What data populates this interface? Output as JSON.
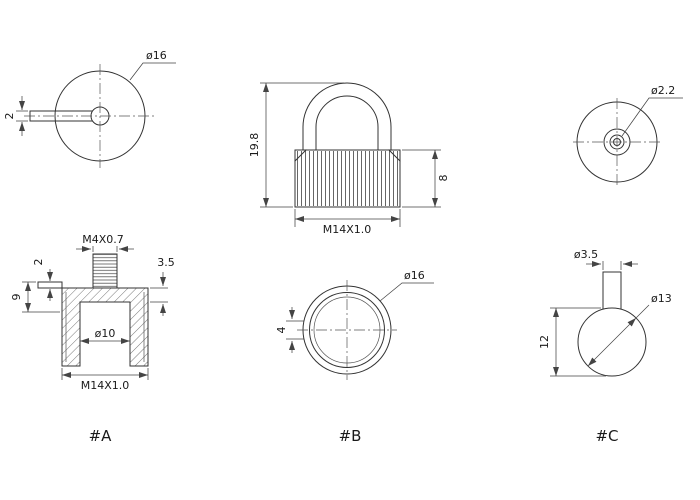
{
  "drawing": {
    "background": "#ffffff",
    "line_color": "#333333",
    "part_labels": {
      "a": "#A",
      "b": "#B",
      "c": "#C"
    },
    "view_a_top": {
      "dia_label": "ø16",
      "pin_thickness": "2"
    },
    "view_a_section": {
      "stud_thread": "M4X0.7",
      "lip_thickness": "2",
      "step_height": "3.5",
      "upper_height": "9",
      "bore_dia": "ø10",
      "main_thread": "M14X1.0"
    },
    "view_b_front": {
      "overall_height": "19.8",
      "thread_length": "8",
      "thread": "M14X1.0"
    },
    "view_b_top": {
      "dia_label": "ø16",
      "section_width": "4"
    },
    "view_c_top": {
      "hole_dia": "ø2.2"
    },
    "view_c_front": {
      "stem_dia": "ø3.5",
      "ball_dia": "ø13",
      "ball_height": "12"
    }
  }
}
